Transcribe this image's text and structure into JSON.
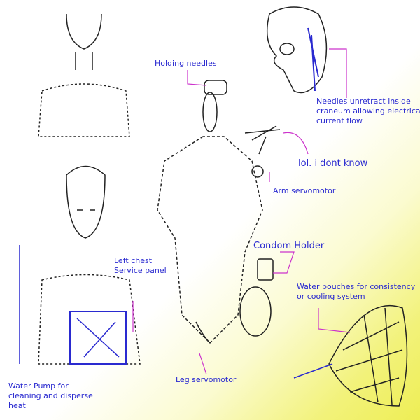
{
  "labels": {
    "holding_needles": "Holding needles",
    "needles_unretract": [
      "Needles unretract inside",
      "craneum allowing electrical",
      "current flow"
    ],
    "lol": "lol. i dont know",
    "arm_servo": "Arm servomotor",
    "condom_holder": "Condom Holder",
    "left_chest": [
      "Left chest",
      "Service panel"
    ],
    "water_pouches": [
      "Water pouches for consistency",
      "or cooling system"
    ],
    "leg_servo": "Leg servomotor",
    "water_pump": [
      "Water Pump for",
      "cleaning and disperse",
      "heat"
    ]
  },
  "colors": {
    "annotation_text": "#2a2ad0",
    "leader_line": "#cc33cc",
    "sketch": "#222222",
    "highlight": "#eeee55"
  }
}
